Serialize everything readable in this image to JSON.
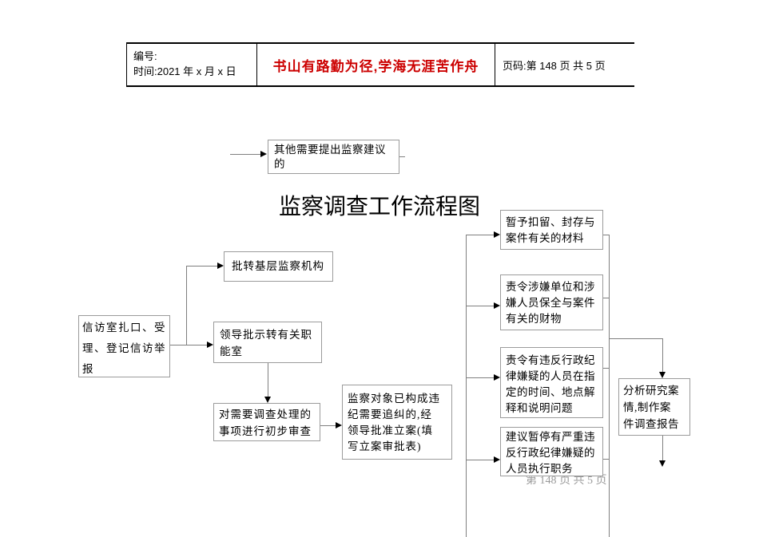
{
  "header": {
    "number_label": "编号:",
    "time_label": "时间:2021 年 x 月 x 日",
    "motto": "书山有路勤为径,学海无涯苦作舟",
    "page_info": "页码:第 148 页 共 5 页"
  },
  "title": "监察调查工作流程图",
  "flow": {
    "other": "其他需要提出监察建议\n的",
    "pizhuan": "批转基层监察机构",
    "xinfang": "信访室扎口、受\n理、登记信访举\n报",
    "lingdao": "领导批示转有关职\n能室",
    "chubu": "对需要调查处理的\n事项进行初步审查",
    "lian": "监察对象已构成违\n纪需要追纠的,经\n领导批准立案(填\n写立案审批表)",
    "r1": "暂予扣留、封存与\n案件有关的材料",
    "r2": "责令涉嫌单位和涉\n嫌人员保全与案件\n有关的财物",
    "r3": "责令有违反行政纪\n律嫌疑的人员在指\n定的时间、地点解\n释和说明问题",
    "r4": "建议暂停有严重违\n反行政纪律嫌疑的\n人员执行职务",
    "fenxi": "分析研究案\n情,制作案\n件调查报告"
  },
  "watermark": "第 148 页 共 5 页",
  "colors": {
    "motto_red": "#cc0000",
    "box_border": "#9b9b9b",
    "line_gray": "#7f7f7f"
  }
}
